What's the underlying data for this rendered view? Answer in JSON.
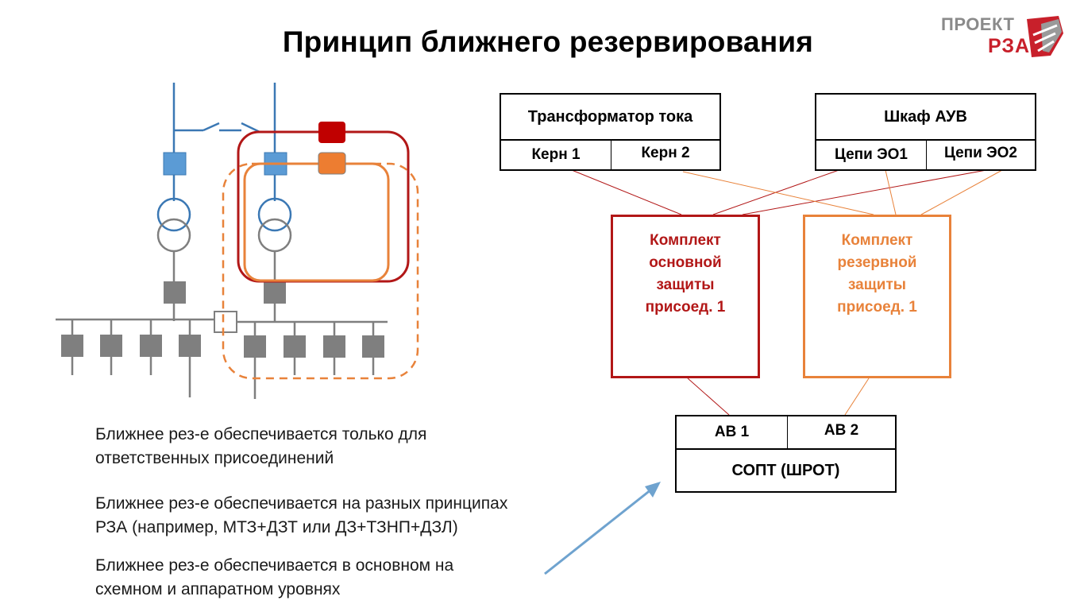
{
  "title": "Принцип ближнего резервирования",
  "logo": {
    "line1": "ПРОЕКТ",
    "line2": "РЗА"
  },
  "ct_block": {
    "title": "Трансформатор тока",
    "cores": [
      "Керн 1",
      "Керн 2"
    ]
  },
  "auv_block": {
    "title": "Шкаф АУВ",
    "circuits": [
      "Цепи ЭО1",
      "Цепи ЭО2"
    ]
  },
  "main_protection": {
    "lines": [
      "Комплект",
      "основной",
      "защиты",
      "присоед. 1"
    ],
    "color": "#b21717"
  },
  "backup_protection": {
    "lines": [
      "Комплект",
      "резервной",
      "защиты",
      "присоед. 1"
    ],
    "color": "#e8823a"
  },
  "dc_block": {
    "breakers": [
      "АВ 1",
      "АВ 2"
    ],
    "label": "СОПТ (ШРОТ)"
  },
  "notes": [
    {
      "line1": "Ближнее рез-е обеспечивается только для",
      "line2": "ответственных присоединений"
    },
    {
      "line1": "Ближнее рез-е обеспечивается на разных принципах",
      "line2": "РЗА (например, МТЗ+ДЗТ или ДЗ+ТЗНП+ДЗЛ)"
    },
    {
      "line1": "Ближнее рез-е обеспечивается в основном на",
      "line2": "схемном и аппаратном уровнях"
    }
  ],
  "colors": {
    "scheme_blue": "#3b78b4",
    "scheme_gray": "#7f7f7f",
    "breaker_blue": "#5b9bd5",
    "arrow_blue": "#6fa3cf"
  }
}
